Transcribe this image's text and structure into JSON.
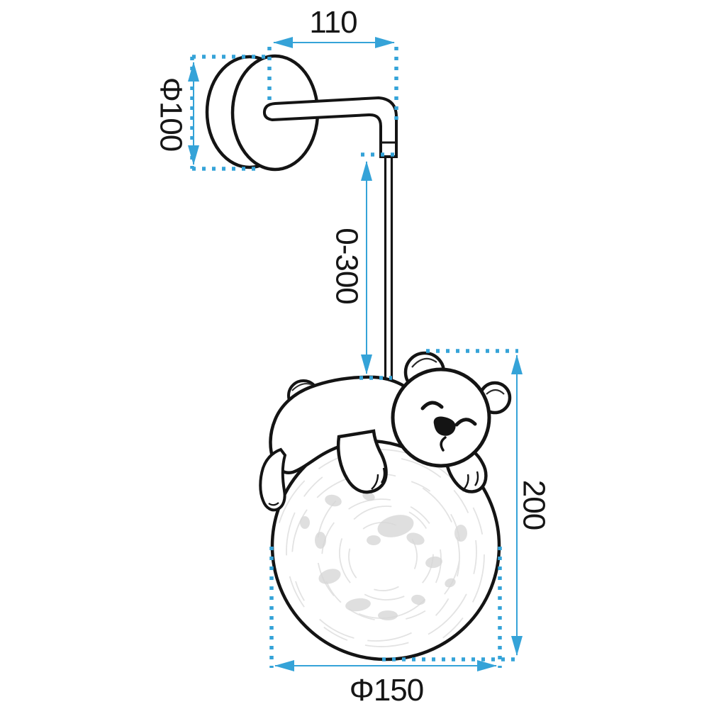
{
  "diagram": {
    "type": "technical-dimension-drawing",
    "subject": "children's wall lamp — sleeping bear on a moon ball shade",
    "dimensions": {
      "arm_length": "110",
      "base_diameter": "Φ100",
      "cord_length": "0-300",
      "lamp_height": "200",
      "ball_diameter": "Φ150"
    },
    "colors": {
      "dimension_accent": "#35a3d8",
      "line_art": "#141414",
      "background": "#ffffff",
      "moon_shade": "#d7d7d7"
    }
  }
}
